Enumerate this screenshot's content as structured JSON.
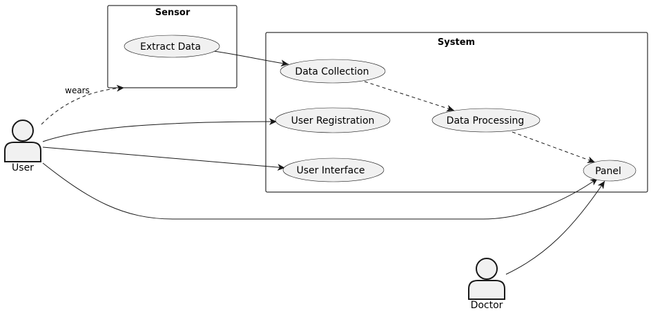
{
  "packages": {
    "sensor": {
      "title": "Sensor"
    },
    "system": {
      "title": "System"
    }
  },
  "use_cases": {
    "extract_data": "Extract Data",
    "data_collection": "Data Collection",
    "user_registration": "User Registration",
    "data_processing": "Data Processing",
    "user_interface": "User Interface",
    "panel": "Panel"
  },
  "actors": {
    "user": "User",
    "doctor": "Doctor"
  },
  "relations": {
    "wears": "wears"
  }
}
